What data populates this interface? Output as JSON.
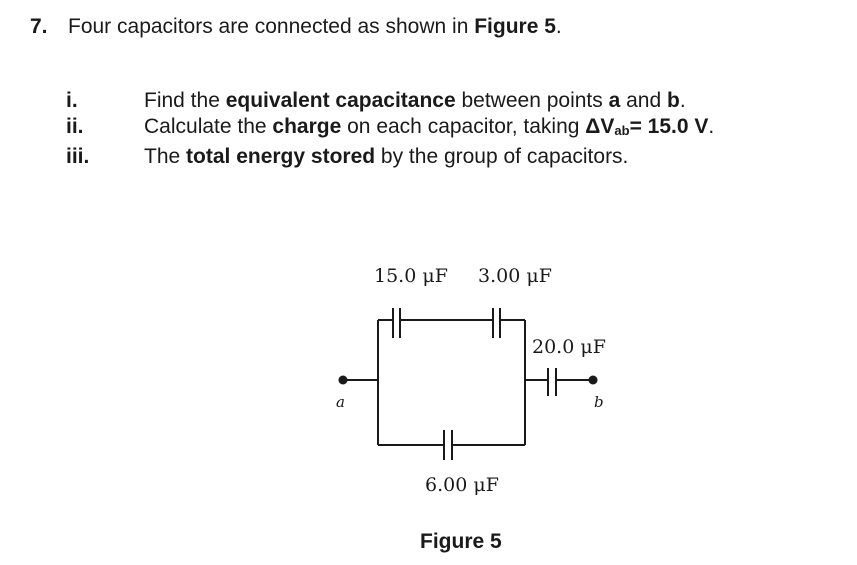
{
  "question": {
    "number": "7.",
    "text_before": "Four capacitors are connected as shown in ",
    "text_bold": "Figure 5",
    "text_after": "."
  },
  "items": [
    {
      "roman": "i.",
      "p1": "Find the ",
      "b1": "equivalent capacitance",
      "p2": " between points ",
      "b2": "a",
      "p3": " and ",
      "b3": "b",
      "p4": "."
    },
    {
      "roman": "ii.",
      "p1": "Calculate the ",
      "b1": "charge",
      "p2": " on each capacitor, taking ",
      "b2": "ΔV",
      "sub": "ab",
      "b3": "= 15.0 V",
      "p3": "."
    },
    {
      "roman": "iii.",
      "p1": "The ",
      "b1": "total energy stored",
      "p2": " by the group of capacitors."
    }
  ],
  "figure": {
    "cap_top_left": "15.0 μF",
    "cap_top_right": "3.00 μF",
    "cap_right": "20.0 μF",
    "cap_bottom": "6.00 μF",
    "point_a": "a",
    "point_b": "b",
    "caption": "Figure 5"
  }
}
